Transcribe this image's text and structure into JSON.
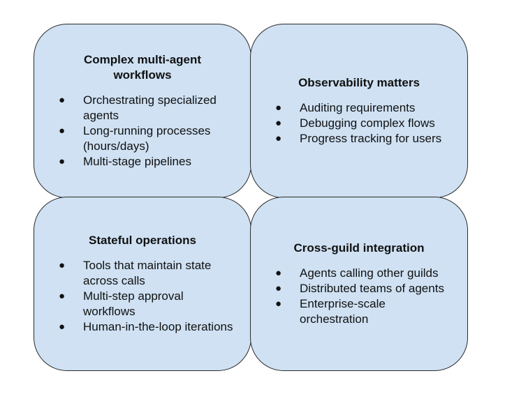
{
  "cards": [
    {
      "title": "Complex multi-agent workflows",
      "items": [
        "Orchestrating specialized agents",
        "Long-running processes (hours/days)",
        "Multi-stage pipelines"
      ]
    },
    {
      "title": "Observability matters",
      "items": [
        "Auditing requirements",
        "Debugging complex flows",
        "Progress tracking for users"
      ]
    },
    {
      "title": "Stateful operations",
      "items": [
        "Tools that maintain state across calls",
        "Multi-step approval workflows",
        "Human-in-the-loop iterations"
      ]
    },
    {
      "title": "Cross-guild integration",
      "items": [
        "Agents calling other guilds",
        "Distributed teams of agents",
        "Enterprise-scale orchestration"
      ]
    }
  ],
  "colors": {
    "card_fill": "#cfe1f3",
    "card_border": "#2b2b2b"
  },
  "bullet_glyph": "●"
}
